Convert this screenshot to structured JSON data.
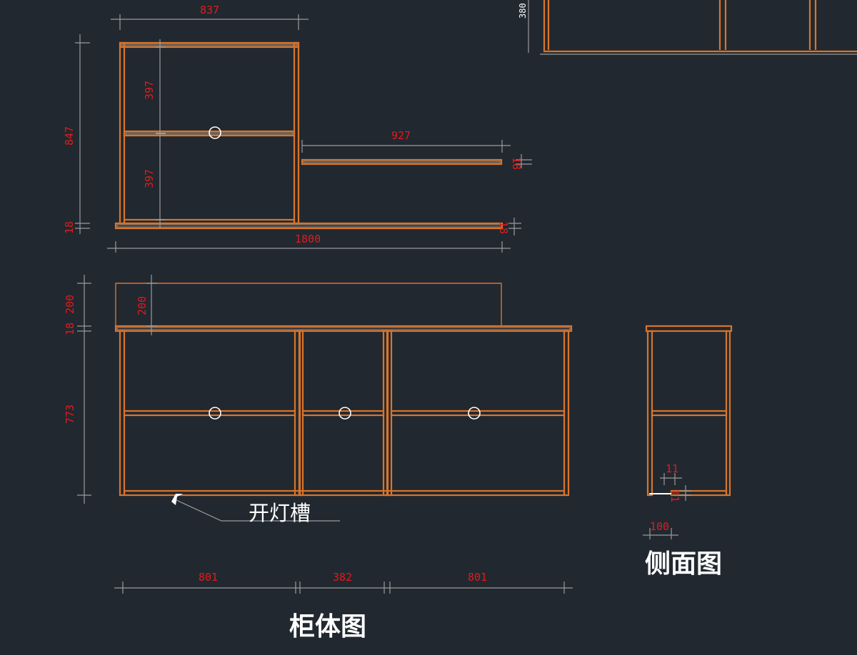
{
  "drawing": {
    "top_view_dims": {
      "width": "837",
      "height": "847",
      "upper": "397",
      "lower": "397",
      "base_thick": "18",
      "shelf_len": "927",
      "shelf_thick": "18",
      "board_thick": "18",
      "total": "1800"
    },
    "partial_view_dim": "380",
    "front_view_dims": {
      "backsplash": "200",
      "backsplash_inner": "200",
      "top_thick": "18",
      "height": "773",
      "left": "801",
      "middle": "382",
      "right": "801"
    },
    "side_view_dims": {
      "groove_w": "11",
      "groove_h": "11",
      "depth": "100"
    },
    "labels": {
      "light_groove": "开灯槽",
      "side_view": "侧面图",
      "cabinet_view": "柜体图"
    }
  },
  "colors": {
    "background": "#212830",
    "panel": "#d9742a",
    "dimension": "#e31b1b"
  }
}
